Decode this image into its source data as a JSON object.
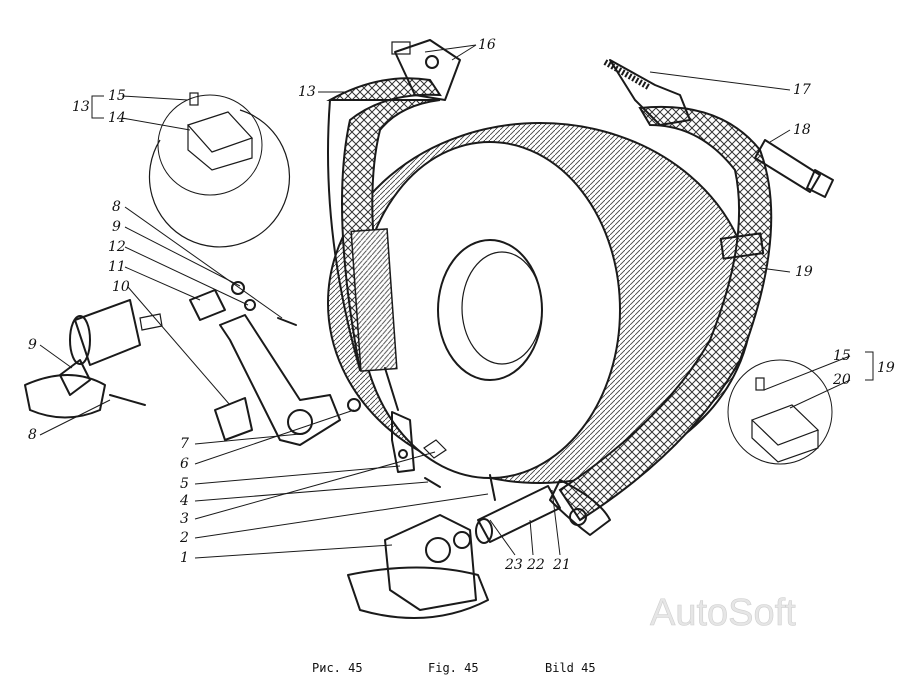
{
  "labels": {
    "n1": "1",
    "n2": "2",
    "n3": "3",
    "n4": "4",
    "n5": "5",
    "n6": "6",
    "n7": "7",
    "n8a": "8",
    "n8b": "8",
    "n9a": "9",
    "n9b": "9",
    "n10": "10",
    "n11": "11",
    "n12": "12",
    "n13a": "13",
    "n13b": "13",
    "n14": "14",
    "n15a": "15",
    "n15b": "15",
    "n16": "16",
    "n17": "17",
    "n18": "18",
    "n19a": "19",
    "n19b": "19",
    "n20": "20",
    "n21": "21",
    "n22": "22",
    "n23": "23"
  },
  "captions": [
    "Рис. 45",
    "Fig. 45",
    "Bild 45"
  ],
  "watermark": "AutoSoft"
}
